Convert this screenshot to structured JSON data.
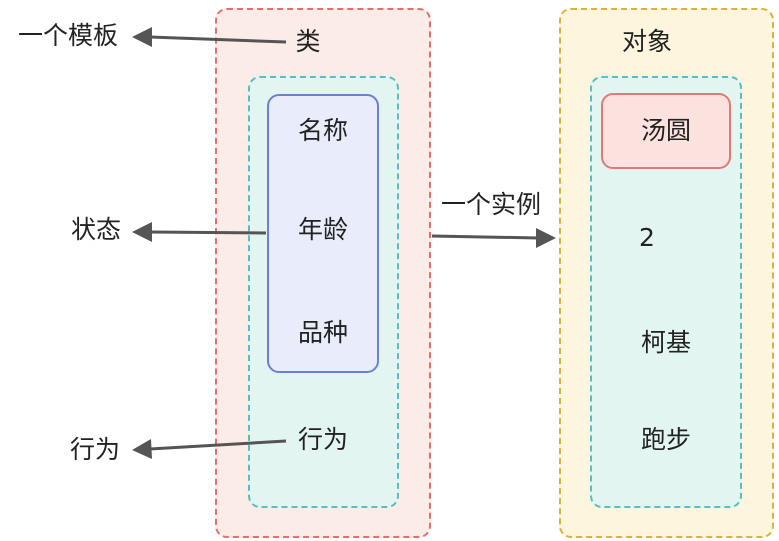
{
  "class_section": {
    "title": "类",
    "attributes": [
      "名称",
      "年龄",
      "品种"
    ],
    "method": "行为"
  },
  "object_section": {
    "title": "对象",
    "name_value": "汤圆",
    "values": [
      "2",
      "柯基",
      "跑步"
    ]
  },
  "annotations": {
    "template": "一个模板",
    "state": "状态",
    "behavior": "行为",
    "instance": "一个实例"
  },
  "colors": {
    "class_border": "#e0716f",
    "class_fill": "#fcece8",
    "inner_border": "#5bbcc2",
    "inner_fill": "#e3f5f0",
    "state_border": "#6b7fd6",
    "state_fill": "#e8ecfb",
    "object_border": "#d9b33f",
    "object_fill": "#fdf5dd",
    "name_border": "#e07a78",
    "name_fill": "#fbe2de",
    "arrow": "#555555"
  }
}
